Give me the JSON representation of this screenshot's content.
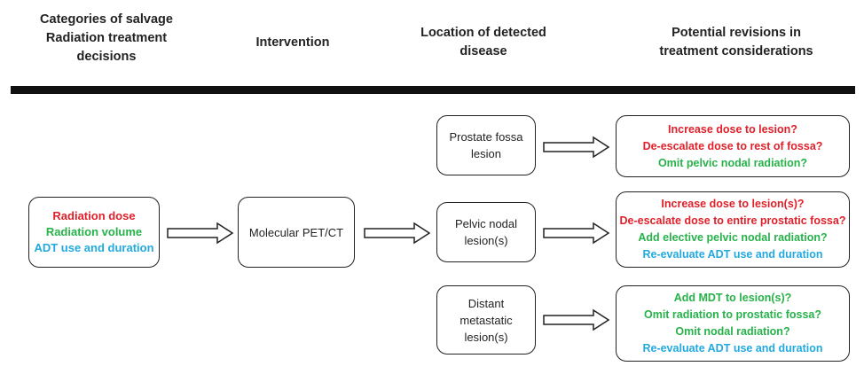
{
  "headers": {
    "categories": [
      "Categories of salvage",
      "Radiation treatment",
      "decisions"
    ],
    "intervention": [
      "Intervention"
    ],
    "location": [
      "Location of detected",
      "disease"
    ],
    "revisions": [
      "Potential revisions in",
      "treatment considerations"
    ]
  },
  "decisions_box": {
    "lines": [
      {
        "text": "Radiation dose",
        "color": "#e0202a"
      },
      {
        "text": "Radiation volume",
        "color": "#27b24a"
      },
      {
        "text": "ADT use and duration",
        "color": "#22aadf"
      }
    ]
  },
  "intervention_box": {
    "label": "Molecular PET/CT"
  },
  "locations": [
    {
      "lines": [
        "Prostate fossa",
        "lesion"
      ]
    },
    {
      "lines": [
        "Pelvic nodal",
        "lesion(s)"
      ]
    },
    {
      "lines": [
        "Distant",
        "metastatic",
        "lesion(s)"
      ]
    }
  ],
  "revisions": [
    {
      "lines": [
        {
          "text": "Increase dose to lesion?",
          "color": "#e0202a"
        },
        {
          "text": "De-escalate dose to rest of fossa?",
          "color": "#e0202a"
        },
        {
          "text": "Omit pelvic nodal radiation?",
          "color": "#27b24a"
        }
      ]
    },
    {
      "lines": [
        {
          "text": "Increase dose to lesion(s)?",
          "color": "#e0202a"
        },
        {
          "text": "De-escalate dose to entire prostatic fossa?",
          "color": "#e0202a"
        },
        {
          "text": "Add elective pelvic nodal radiation?",
          "color": "#27b24a"
        },
        {
          "text": "Re-evaluate ADT use and duration",
          "color": "#22aadf"
        }
      ]
    },
    {
      "lines": [
        {
          "text": "Add MDT to lesion(s)?",
          "color": "#27b24a"
        },
        {
          "text": "Omit radiation to prostatic fossa?",
          "color": "#27b24a"
        },
        {
          "text": "Omit nodal radiation?",
          "color": "#27b24a"
        },
        {
          "text": "Re-evaluate ADT use and duration",
          "color": "#22aadf"
        }
      ]
    }
  ]
}
